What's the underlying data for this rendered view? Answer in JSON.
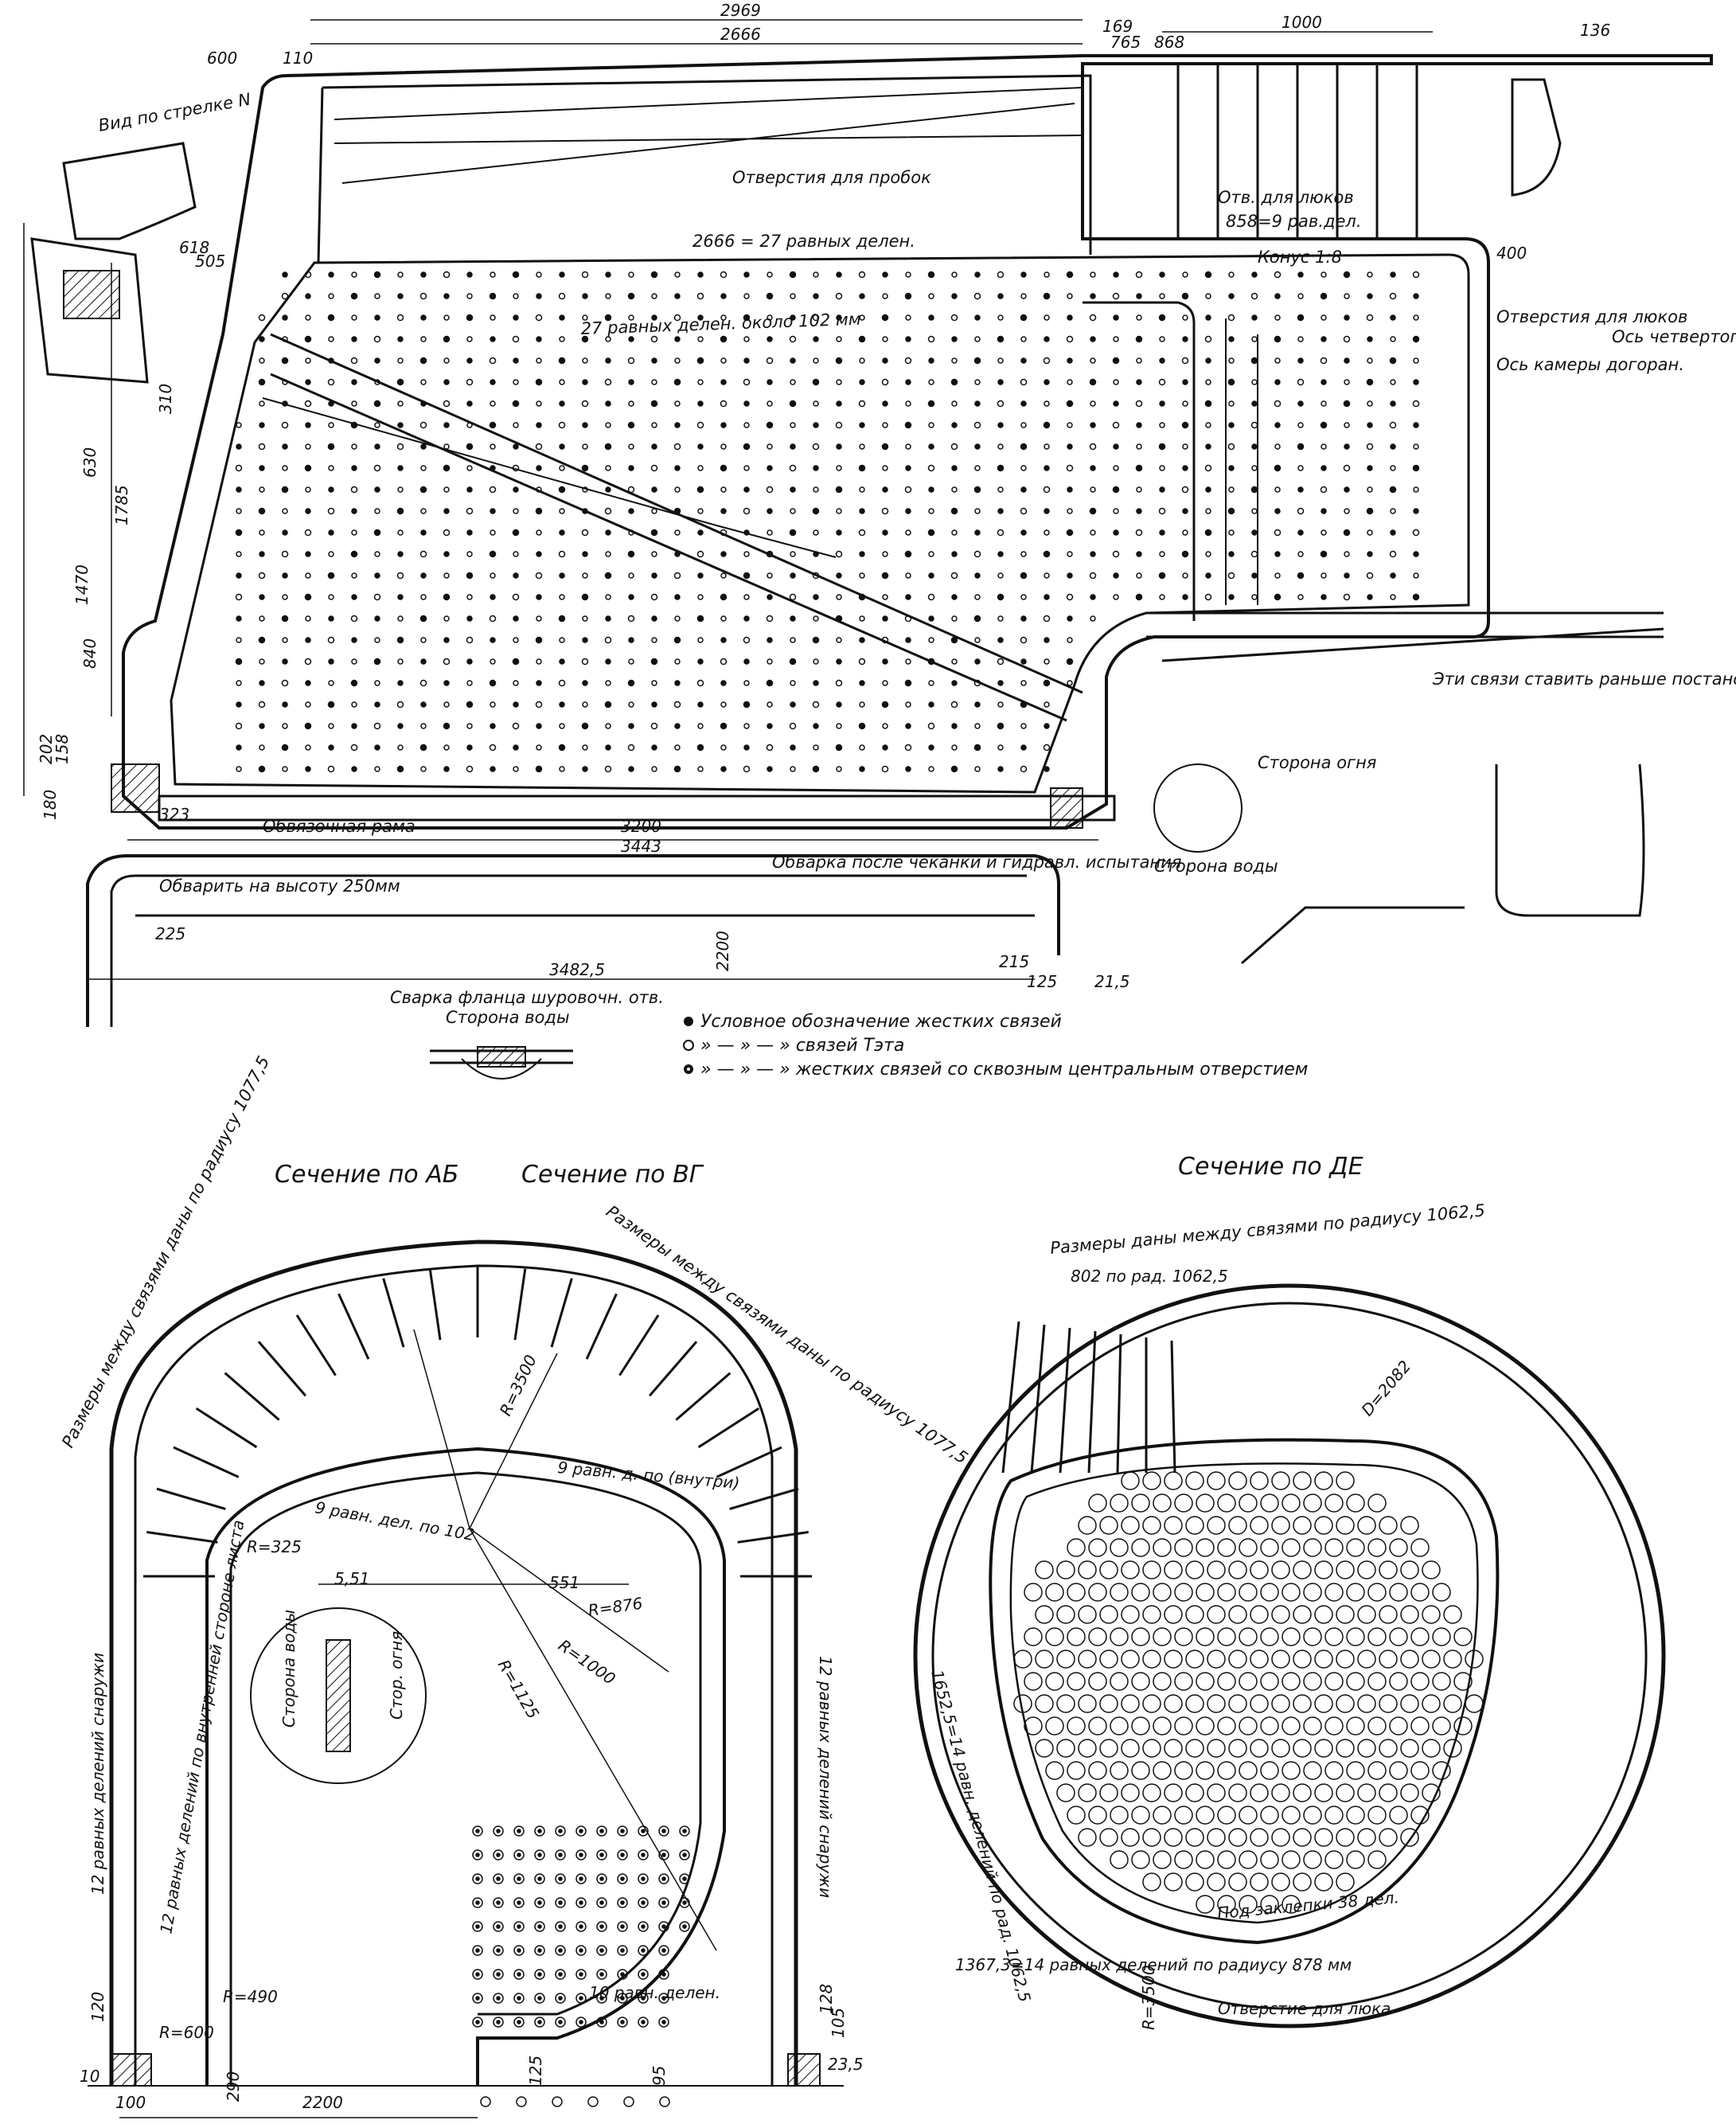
{
  "drawing": {
    "top_dims": [
      "2969",
      "2666",
      "1000",
      "600",
      "110",
      "868",
      "765",
      "169",
      "136",
      "400",
      "3200",
      "3443",
      "3482,5",
      "2200",
      "215",
      "125",
      "21,5"
    ],
    "left_dims": [
      "1470",
      "630",
      "310",
      "1785",
      "840",
      "618",
      "505",
      "202",
      "158",
      "180",
      "323",
      "225"
    ],
    "top_notes": [
      "Отверстия для пробок",
      "2666 = 27 равных делен.",
      "27 равных делен. около 102 мм",
      "Отв. для люков",
      "858=9 рав.дел.",
      "Конус 1:8",
      "Отверстия для люков",
      "Ось камеры догоран.",
      "Ось четвертого барабана",
      "Сторона огня",
      "Сторона воды",
      "Эти связи ставить раньше постановки связей на камере догорания",
      "Обвязочная рама",
      "Обварить на высоту 250мм",
      "Обварка после чеканки и гидравл. испытания",
      "Сварка фланца шуровочн. отв.",
      "Сторона воды",
      "Вид по стрелке N"
    ],
    "legend": [
      "Условное обозначение жестких связей",
      "» — » — » связей Тэта",
      "» — » — » жестких связей со сквозным центральным отверстием"
    ],
    "section_ab": {
      "title": "Сечение по АБ",
      "note": "Размеры между связями даны по радиусу 1077,5",
      "labels": [
        "12 равных делений снаружи",
        "12 равных делений по внутренней стороне листа",
        "9 равн. дел. по 102",
        "R=325",
        "R=600",
        "R=490",
        "5,51",
        "Сторона воды",
        "Стор. огня"
      ]
    },
    "section_vg": {
      "title": "Сечение по ВГ",
      "note": "Размеры между связями даны по радиусу 1077,5",
      "labels": [
        "R=3500",
        "R=876",
        "R=1000",
        "R=1125",
        "9 равн. д. по (внутри)",
        "12 равных делений снаружи",
        "10 равн. делен.",
        "551"
      ]
    },
    "section_de": {
      "title": "Сечение по ДЕ",
      "note": "Размеры даны между связями по радиусу 1062,5",
      "labels": [
        "D=2082",
        "1652,5=14 равн. делений по рад. 1062,5",
        "1367,3=14 равных делений по радиусу 878 мм",
        "Отверстие для люка",
        "Под заклепки 38 дел.",
        "R=3500",
        "802 по рад. 1062,5"
      ]
    },
    "bottom_dims": [
      "2200",
      "100",
      "10",
      "290",
      "120",
      "125",
      "23,5",
      "105",
      "128",
      "95"
    ]
  }
}
